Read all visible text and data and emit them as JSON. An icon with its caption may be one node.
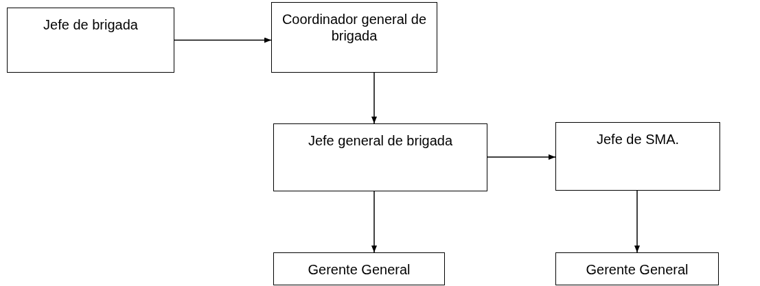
{
  "diagram": {
    "nodes": [
      {
        "text": [
          "Jefe de brigada"
        ]
      },
      {
        "text": [
          "Coordinador general de brigada"
        ]
      },
      {
        "text": [
          "Jefe general de brigada"
        ]
      },
      {
        "text": [
          "Jefe de SMA."
        ]
      },
      {
        "text": [
          "Gerente General"
        ]
      },
      {
        "text": [
          "Gerente General"
        ]
      }
    ],
    "edges": [
      {
        "from": 0,
        "to": 1,
        "arrow": "to"
      },
      {
        "from": 1,
        "to": 2,
        "arrow": "to"
      },
      {
        "from": 2,
        "to": 3,
        "arrow": "to"
      },
      {
        "from": 2,
        "to": 4,
        "arrow": "to"
      },
      {
        "from": 3,
        "to": 5,
        "arrow": "to"
      }
    ]
  }
}
